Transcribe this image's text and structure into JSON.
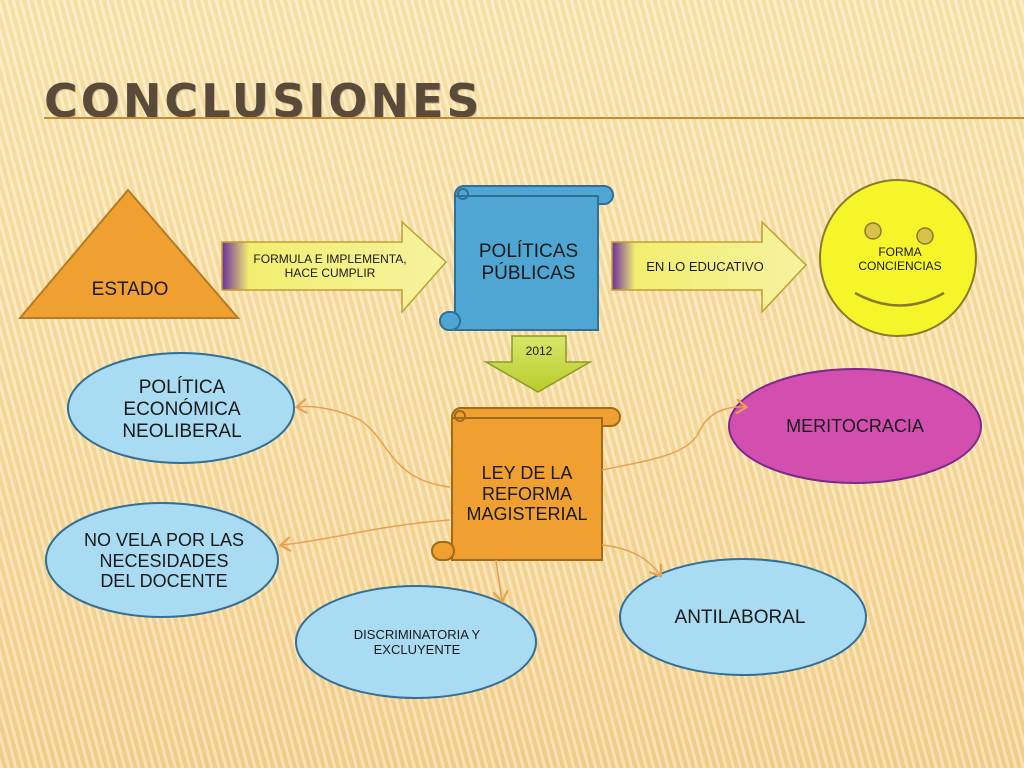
{
  "slide": {
    "title": "Conclusiones"
  },
  "nodes": {
    "estado": "ESTADO",
    "politicas_publicas": "POLÍTICAS PÚBLICAS",
    "forma_conciencias": "FORMA CONCIENCIAS",
    "ley_reforma": "LEY DE LA REFORMA MAGISTERIAL",
    "politica_economica": "POLÍTICA ECONÓMICA NEOLIBERAL",
    "no_vela": "NO VELA POR LAS NECESIDADES DEL DOCENTE",
    "discriminatoria": "DISCRIMINATORIA Y EXCLUYENTE",
    "antilaboral": "ANTILABORAL",
    "meritocracia": "MERITOCRACIA"
  },
  "arrows": {
    "formula": "FORMULA E IMPLEMENTA, HACE CUMPLIR",
    "educativo": "EN LO EDUCATIVO",
    "year": "2012"
  },
  "colors": {
    "orange": "#f0a030",
    "blue_scroll": "#4fa6d2",
    "yellow": "#f5f52a",
    "light_blue": "#a9dcf2",
    "magenta": "#d24fb0",
    "green_arrow": "#c6d83a"
  }
}
